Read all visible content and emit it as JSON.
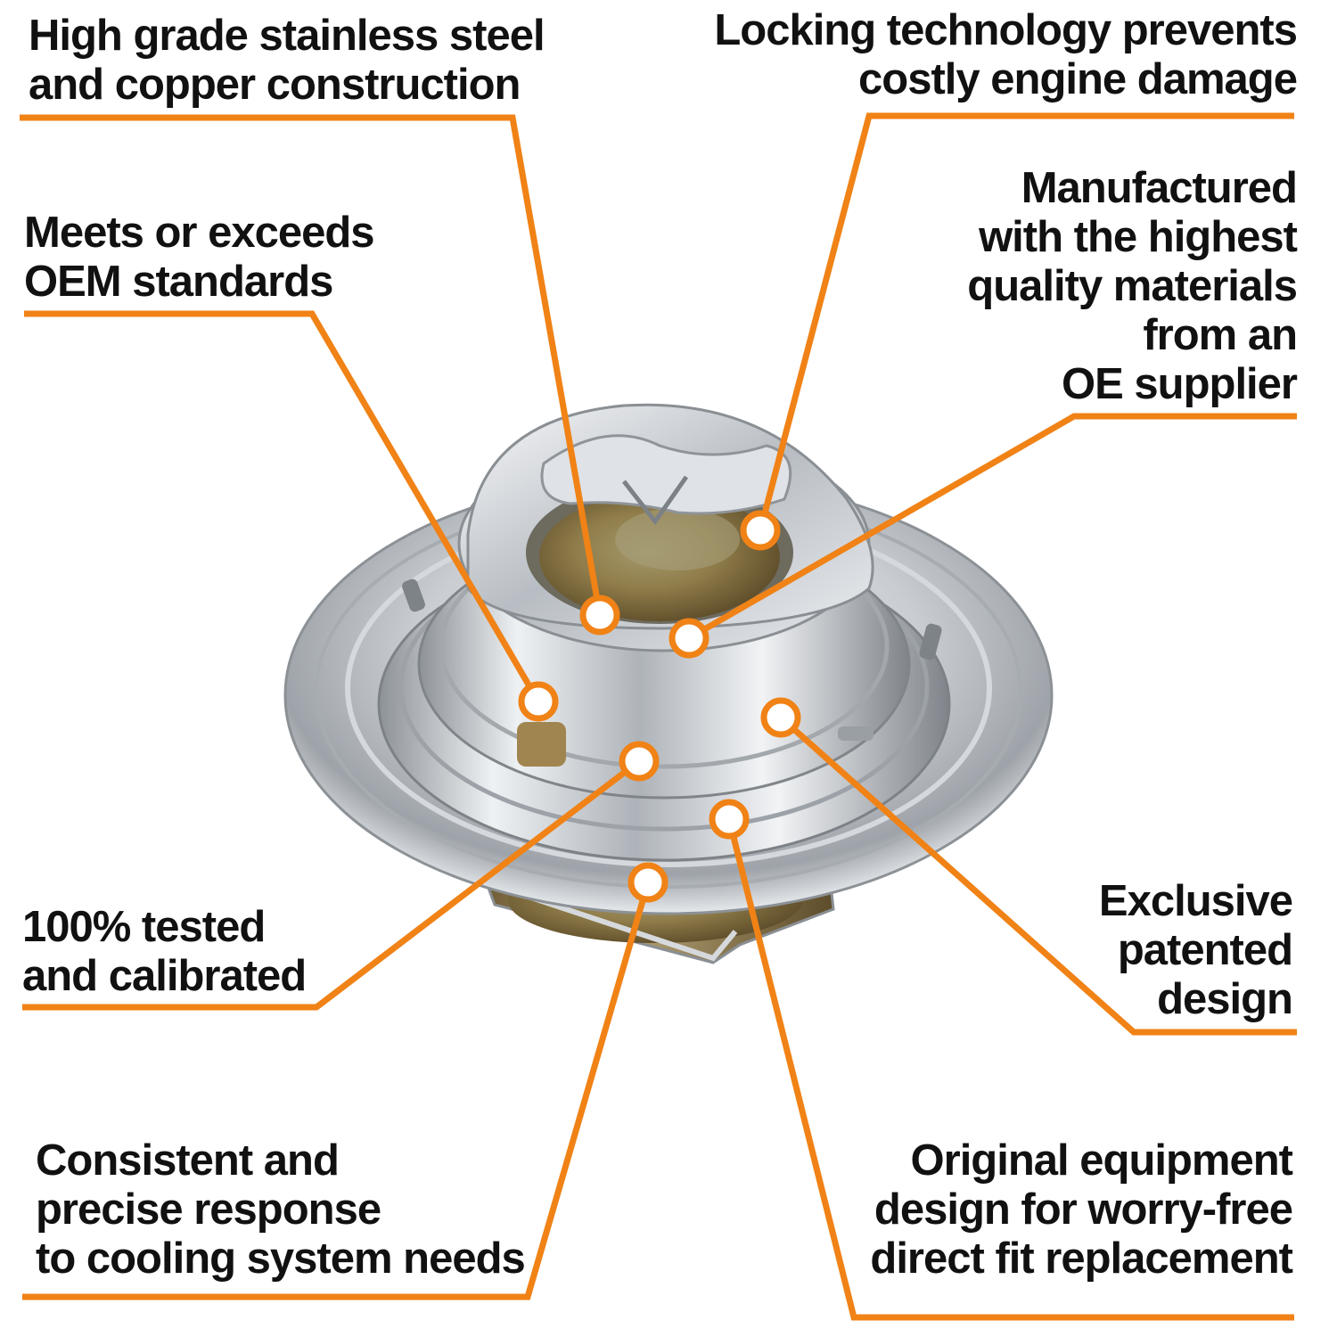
{
  "colors": {
    "leader": "#F08216",
    "text": "#111111",
    "background": "#FFFFFF",
    "metal_light": "#F2F4F6",
    "metal_mid": "#B9BEC4",
    "metal_dark": "#6E7378",
    "copper": "#B08448",
    "brass_dark": "#6E5A33"
  },
  "product": {
    "image_name": "thermostat-icon"
  },
  "callouts": [
    {
      "id": "stainless",
      "lines": [
        "High grade stainless steel",
        "and copper construction"
      ]
    },
    {
      "id": "locking",
      "lines": [
        "Locking technology prevents",
        "costly engine damage"
      ]
    },
    {
      "id": "oem",
      "lines": [
        "Meets or exceeds",
        "OEM standards"
      ]
    },
    {
      "id": "manufactured",
      "lines": [
        "Manufactured",
        "with the highest",
        "quality materials",
        "from an",
        "OE supplier"
      ]
    },
    {
      "id": "tested",
      "lines": [
        "100% tested",
        "and calibrated"
      ]
    },
    {
      "id": "exclusive",
      "lines": [
        "Exclusive",
        "patented",
        "design"
      ]
    },
    {
      "id": "consistent",
      "lines": [
        "Consistent and",
        "precise response",
        "to cooling system needs"
      ]
    },
    {
      "id": "original",
      "lines": [
        "Original equipment",
        "design for worry-free",
        "direct fit replacement"
      ]
    }
  ]
}
